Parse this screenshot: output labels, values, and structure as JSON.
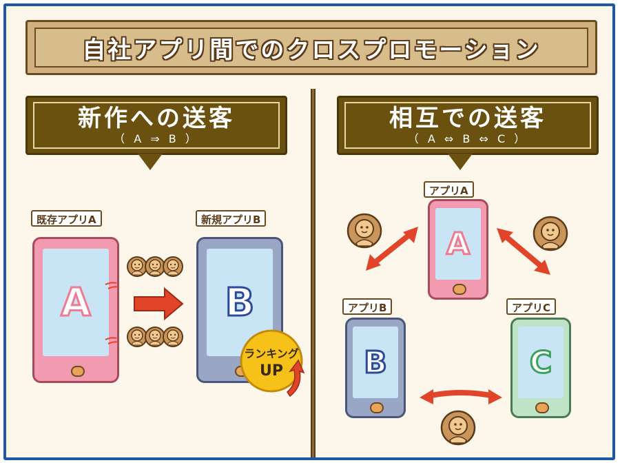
{
  "title": "自社アプリ間でのクロスプロモーション",
  "left_section": {
    "title": "新作への送客",
    "subtitle": "（ A ⇒ B ）",
    "app_a_label": "既存アプリA",
    "app_b_label": "新規アプリB",
    "app_a_letter": "A",
    "app_b_letter": "B",
    "ranking_badge_line1": "ランキング",
    "ranking_badge_line2": "UP"
  },
  "right_section": {
    "title": "相互での送客",
    "subtitle": "（ A ⇔ B ⇔ C ）",
    "app_a_label": "アプリA",
    "app_b_label": "アプリB",
    "app_c_label": "アプリC",
    "app_a_letter": "A",
    "app_b_letter": "B",
    "app_c_letter": "C"
  },
  "colors": {
    "phone_pink": "#f29bb0",
    "phone_blue": "#9aa6c6",
    "phone_green": "#bfe3c6",
    "arrow_red": "#e0452a",
    "letter_pink": "#f07a90",
    "letter_blue": "#2b4a9a",
    "letter_green": "#3aa05a"
  }
}
